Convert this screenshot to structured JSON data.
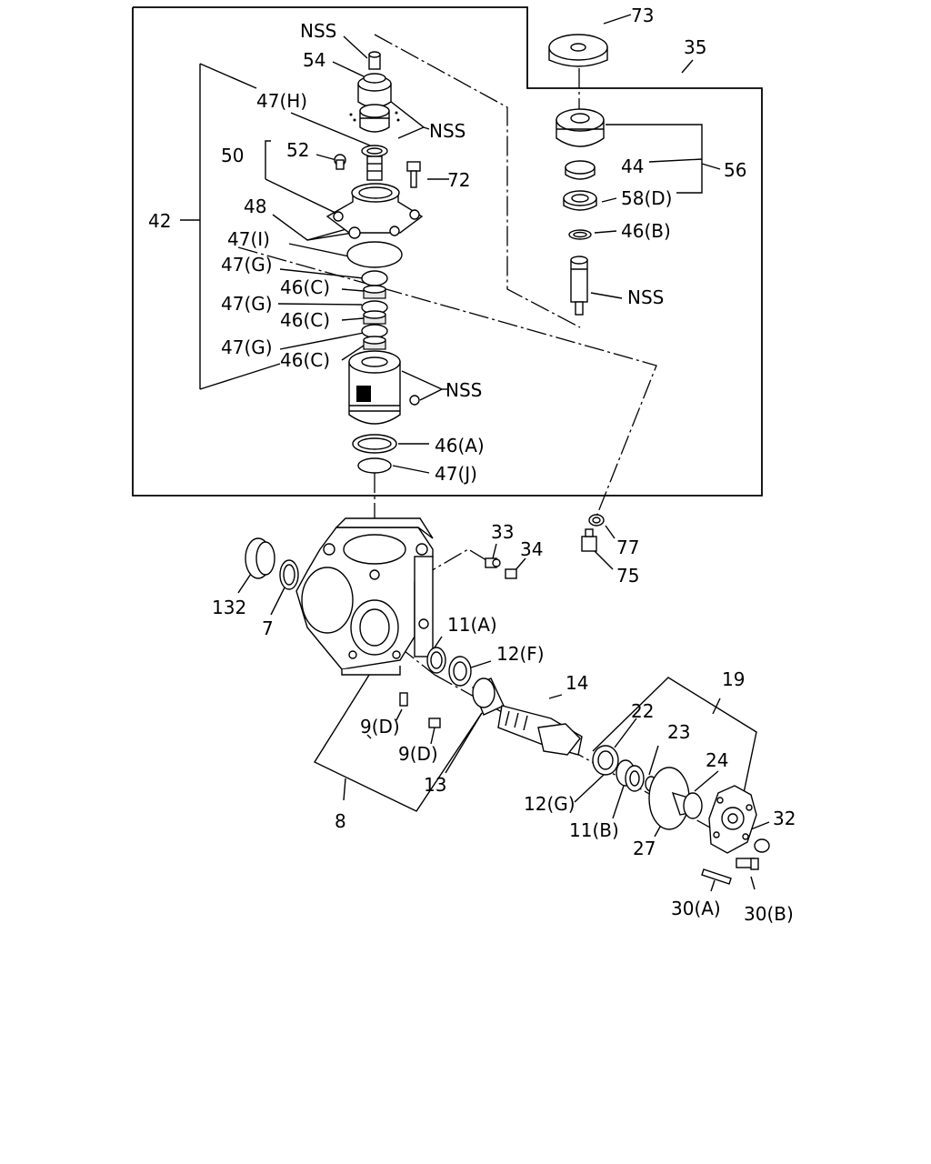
{
  "labels": {
    "nss_top": "NSS",
    "p54": "54",
    "p47h": "47(H)",
    "nss_mid": "NSS",
    "p50": "50",
    "p52": "52",
    "p72": "72",
    "p48": "48",
    "p42": "42",
    "p47i": "47(I)",
    "p47g1": "47(G)",
    "p46c1": "46(C)",
    "p47g2": "47(G)",
    "p46c2": "46(C)",
    "p47g3": "47(G)",
    "p46c3": "46(C)",
    "nss_low": "NSS",
    "p46a": "46(A)",
    "p47j": "47(J)",
    "p73": "73",
    "p35": "35",
    "p44": "44",
    "p56": "56",
    "p58d": "58(D)",
    "p46b": "46(B)",
    "nss_right": "NSS",
    "p33": "33",
    "p34": "34",
    "p77": "77",
    "p75": "75",
    "p132": "132",
    "p7": "7",
    "p11a": "11(A)",
    "p12f": "12(F)",
    "p14": "14",
    "p19": "19",
    "p22": "22",
    "p23": "23",
    "p24": "24",
    "p9d1": "9(D)",
    "p9d2": "9(D)",
    "p13": "13",
    "p12g": "12(G)",
    "p11b": "11(B)",
    "p27": "27",
    "p32": "32",
    "p8": "8",
    "p30a": "30(A)",
    "p30b": "30(B)"
  }
}
